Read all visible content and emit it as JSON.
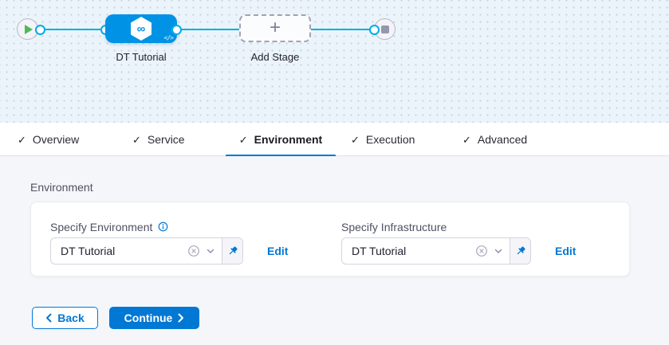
{
  "colors": {
    "primary_blue": "#0278d5",
    "stage_blue": "#0092e4",
    "connector_line": "#00ade4",
    "play_green": "#4cbb57",
    "stop_gray": "#9597ad",
    "canvas_bg": "#ecf4fb",
    "canvas_dot": "#c7d3e2",
    "content_bg": "#f4f6fa"
  },
  "icons": {
    "check": "✓",
    "plus": "+",
    "infinity": "∞",
    "code": "</>"
  },
  "canvas": {
    "stage": {
      "label": "DT Tutorial"
    },
    "add_stage": {
      "label": "Add Stage"
    }
  },
  "tabs": [
    {
      "label": "Overview"
    },
    {
      "label": "Service"
    },
    {
      "label": "Environment"
    },
    {
      "label": "Execution"
    },
    {
      "label": "Advanced"
    }
  ],
  "environment_section": {
    "heading": "Environment",
    "fields": [
      {
        "label": "Specify Environment",
        "value": "DT Tutorial",
        "edit_label": "Edit"
      },
      {
        "label": "Specify Infrastructure",
        "value": "DT Tutorial",
        "edit_label": "Edit"
      }
    ]
  },
  "footer": {
    "back_label": "Back",
    "continue_label": "Continue"
  }
}
